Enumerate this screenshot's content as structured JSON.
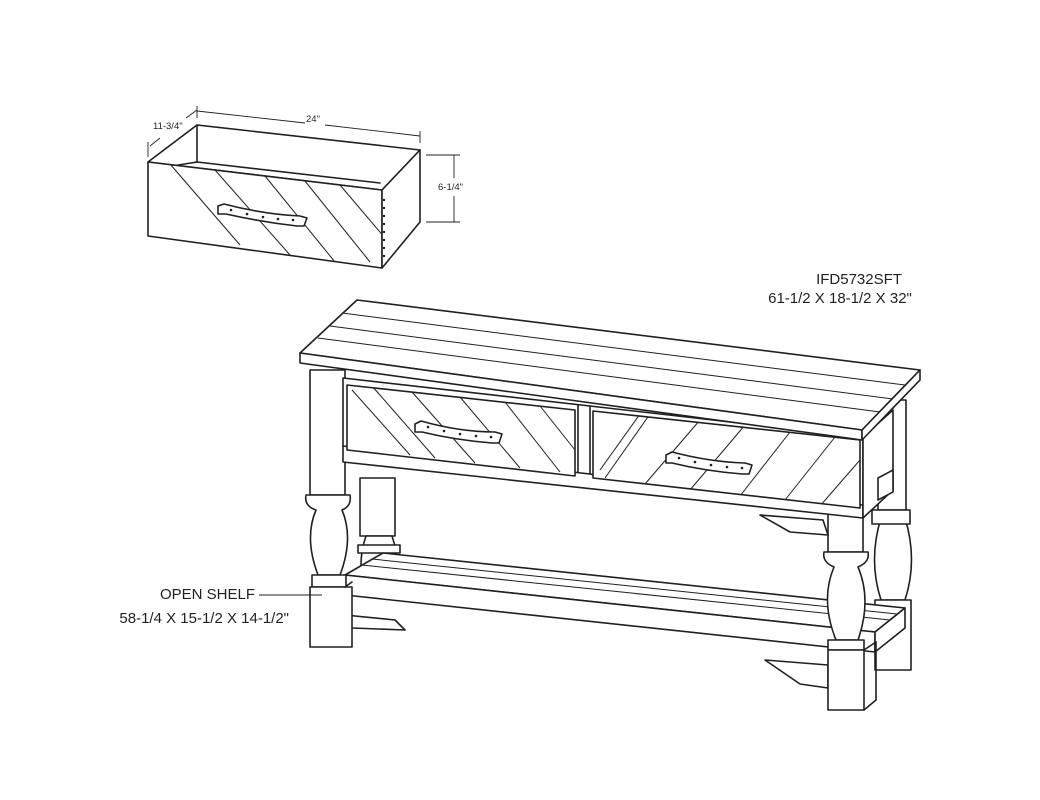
{
  "drawer": {
    "depth_label": "11-3/4\"",
    "width_label": "24\"",
    "height_label": "6-1/4\""
  },
  "product": {
    "model": "IFD5732SFT",
    "dimensions": "61-1/2 X 18-1/2 X 32\""
  },
  "shelf": {
    "name": "OPEN SHELF",
    "dimensions": "58-1/4 X 15-1/2 X 14-1/2\""
  }
}
